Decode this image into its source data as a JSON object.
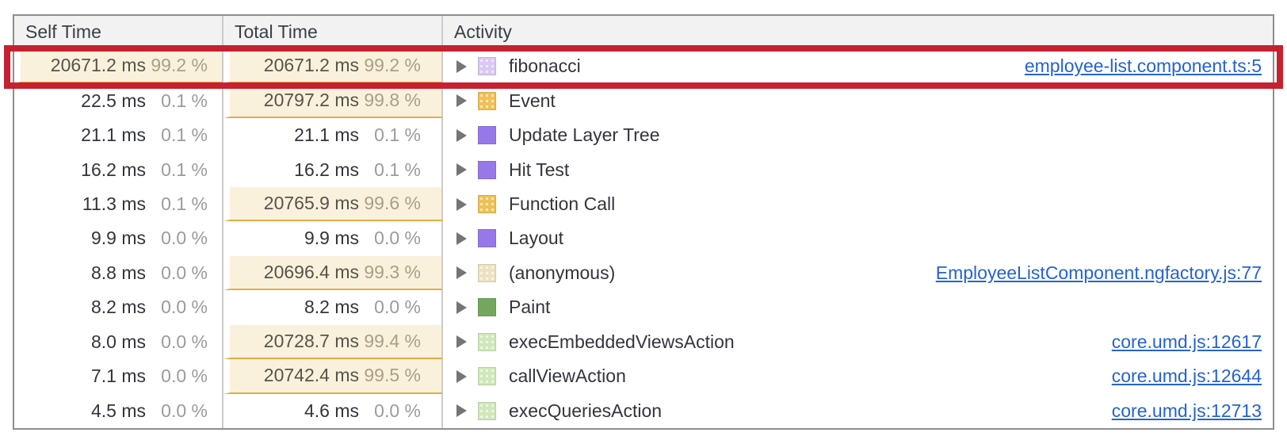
{
  "columns": {
    "self": "Self Time",
    "total": "Total Time",
    "activity": "Activity"
  },
  "rows": [
    {
      "self_time": "20671.2 ms",
      "self_pct": "99.2 %",
      "total_time": "20671.2 ms",
      "total_pct": "99.2 %",
      "activity": "fibonacci",
      "icon_color": "#dbc7f4",
      "link": "employee-list.component.ts:5"
    },
    {
      "self_time": "22.5 ms",
      "self_pct": "0.1 %",
      "total_time": "20797.2 ms",
      "total_pct": "99.8 %",
      "activity": "Event",
      "icon_color": "#efc056"
    },
    {
      "self_time": "21.1 ms",
      "self_pct": "0.1 %",
      "total_time": "21.1 ms",
      "total_pct": "0.1 %",
      "activity": "Update Layer Tree",
      "icon_color": "#9678e8"
    },
    {
      "self_time": "16.2 ms",
      "self_pct": "0.1 %",
      "total_time": "16.2 ms",
      "total_pct": "0.1 %",
      "activity": "Hit Test",
      "icon_color": "#9678e8"
    },
    {
      "self_time": "11.3 ms",
      "self_pct": "0.1 %",
      "total_time": "20765.9 ms",
      "total_pct": "99.6 %",
      "activity": "Function Call",
      "icon_color": "#efc056"
    },
    {
      "self_time": "9.9 ms",
      "self_pct": "0.0 %",
      "total_time": "9.9 ms",
      "total_pct": "0.0 %",
      "activity": "Layout",
      "icon_color": "#9678e8"
    },
    {
      "self_time": "8.8 ms",
      "self_pct": "0.0 %",
      "total_time": "20696.4 ms",
      "total_pct": "99.3 %",
      "activity": "(anonymous)",
      "icon_color": "#ece2c0",
      "link": "EmployeeListComponent.ngfactory.js:77"
    },
    {
      "self_time": "8.2 ms",
      "self_pct": "0.0 %",
      "total_time": "8.2 ms",
      "total_pct": "0.0 %",
      "activity": "Paint",
      "icon_color": "#73a75e"
    },
    {
      "self_time": "8.0 ms",
      "self_pct": "0.0 %",
      "total_time": "20728.7 ms",
      "total_pct": "99.4 %",
      "activity": "execEmbeddedViewsAction",
      "icon_color": "#d0e7bb",
      "link": "core.umd.js:12617"
    },
    {
      "self_time": "7.1 ms",
      "self_pct": "0.0 %",
      "total_time": "20742.4 ms",
      "total_pct": "99.5 %",
      "activity": "callViewAction",
      "icon_color": "#d0e7bb",
      "link": "core.umd.js:12644"
    },
    {
      "self_time": "4.5 ms",
      "self_pct": "0.0 %",
      "total_time": "4.6 ms",
      "total_pct": "0.0 %",
      "activity": "execQueriesAction",
      "icon_color": "#d0e7bb",
      "link": "core.umd.js:12713"
    }
  ],
  "colors": {
    "annotation_red": "#c52130",
    "highlight_bg": "#faf1dc",
    "highlight_underline": "#e6ab45",
    "header_bg": "#f2f2f2",
    "link_blue": "#2563cf"
  }
}
